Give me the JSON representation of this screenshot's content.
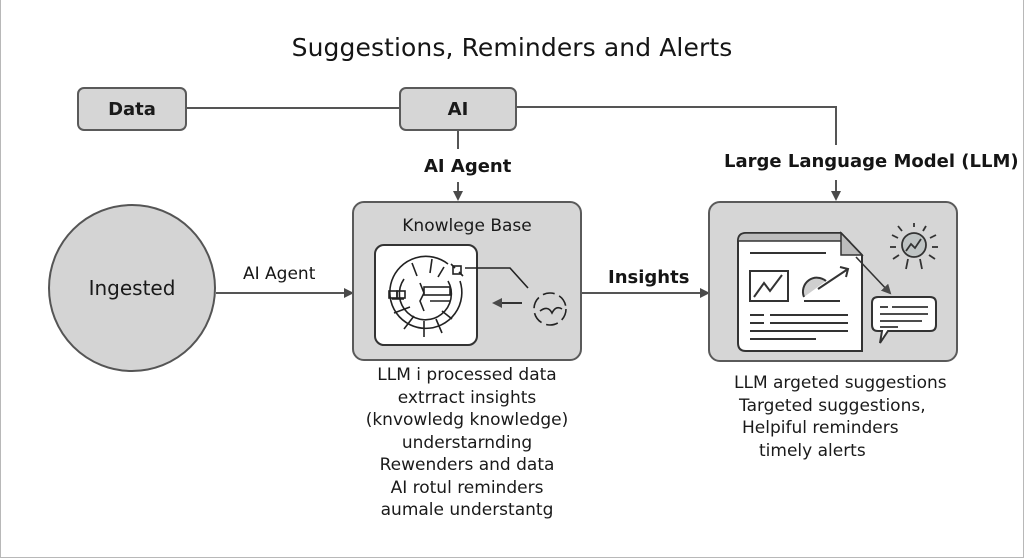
{
  "title": "Suggestions, Reminders and Alerts",
  "nodes": {
    "data": "Data",
    "ai": "AI",
    "ingested": "Ingested",
    "knowledge_base": "Knowlege Base"
  },
  "edge_labels": {
    "ai_agent_top": "AI Agent",
    "llm": "Large Language Model (LLM)",
    "ai_agent_left": "AI Agent",
    "insights": "Insights"
  },
  "captions": {
    "knowledge_base": [
      "LLM i processed data",
      "extrract insights",
      "(knvowledg knowledge)",
      "understarnding",
      "Rewenders and data",
      "AI rotul reminders",
      "aumale understantg"
    ],
    "llm_output": [
      "LLM argeted suggestions",
      "Targeted suggestions,",
      "Helpiful reminders",
      "timely alerts"
    ]
  },
  "icons": {
    "knowledge_base": "globe-network-icon",
    "processing": "processing-circle-icon",
    "document": "report-document-icon",
    "insight": "lightbulb-chart-icon",
    "message": "chat-bubble-icon"
  },
  "colors": {
    "node_fill": "#d6d6d6",
    "stroke": "#5a5a5a",
    "text": "#1a1a1a",
    "background": "#ffffff"
  }
}
